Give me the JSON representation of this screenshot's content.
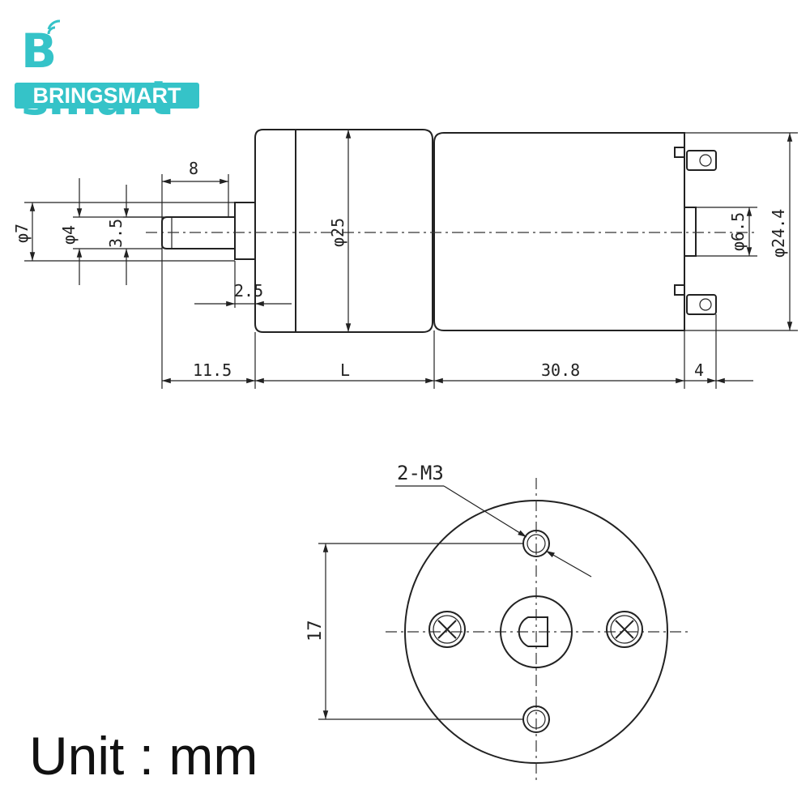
{
  "logo": {
    "brand_short": "B smart",
    "brand_full": "BRINGSMART",
    "color": "#35c3c8"
  },
  "side_view": {
    "dim_8": "8",
    "dim_phi7": "φ7",
    "dim_phi4": "φ4",
    "dim_3_5": "3.5",
    "dim_phi25": "φ25",
    "dim_2_5": "2.5",
    "dim_phi6_5": "φ6.5",
    "dim_phi24_4": "φ24.4",
    "dim_11_5": "11.5",
    "dim_L": "L",
    "dim_30_8": "30.8",
    "dim_4": "4"
  },
  "front_view": {
    "thread_label": "2-M3",
    "dim_17": "17"
  },
  "unit": "Unit : mm"
}
